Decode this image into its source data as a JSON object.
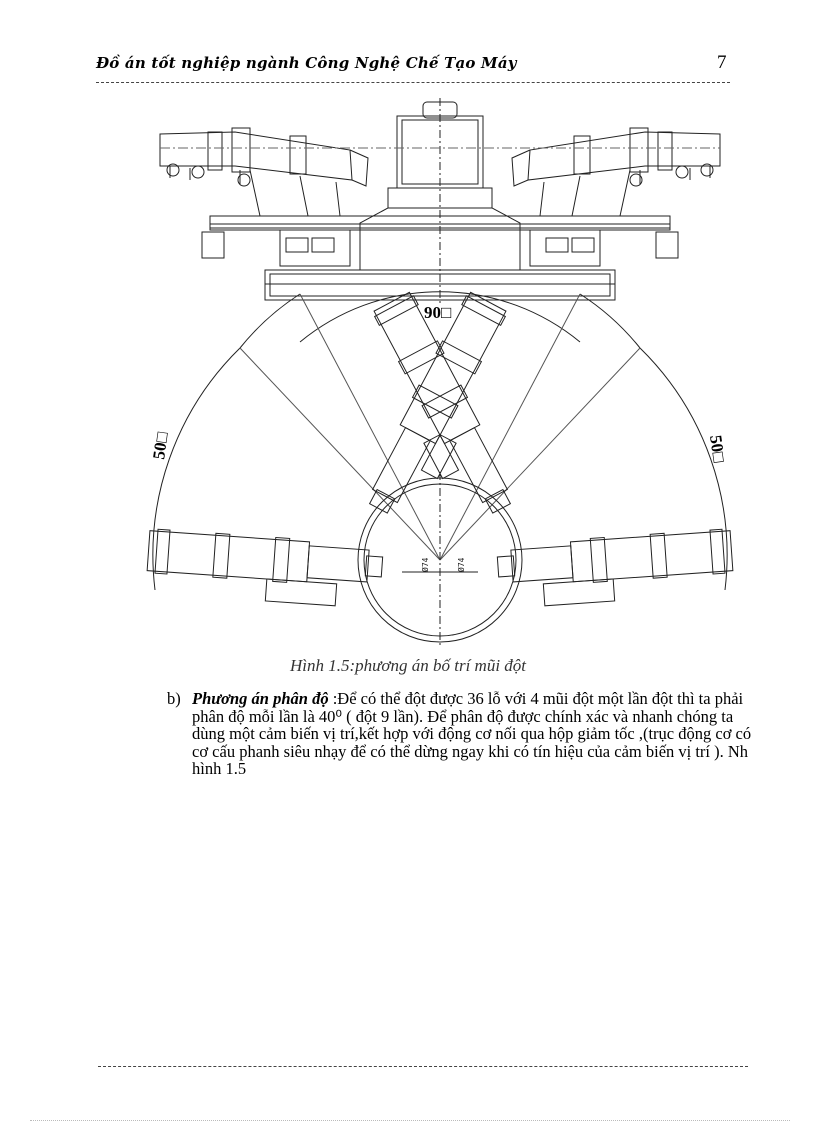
{
  "header": {
    "title": "Đồ án tốt nghiệp ngành Công Nghệ Chế Tạo Máy",
    "page_number": "7"
  },
  "figure": {
    "angle_top": "90",
    "angle_left": "50",
    "angle_right": "50",
    "caption": "Hình 1.5:phương  án bố trí mũi đột"
  },
  "paragraph": {
    "label": "b)",
    "heading": "Phương  án phân độ",
    "body": " :Để có thể đột được  36 lỗ với 4 mũi đột một lần đột thì ta phải phân độ mỗi lần là 40⁰ ( đột 9 lần). Để phân độ được  chính xác và nhanh chóng ta dùng một cảm biến vị trí,kết hợp với động cơ nối qua hộp giảm tốc ,(trục động cơ có cơ cấu phanh siêu nhạy để có thể dừng ngay khi có tín hiệu  của cảm biến vị trí ). Nh   hình 1.5"
  }
}
